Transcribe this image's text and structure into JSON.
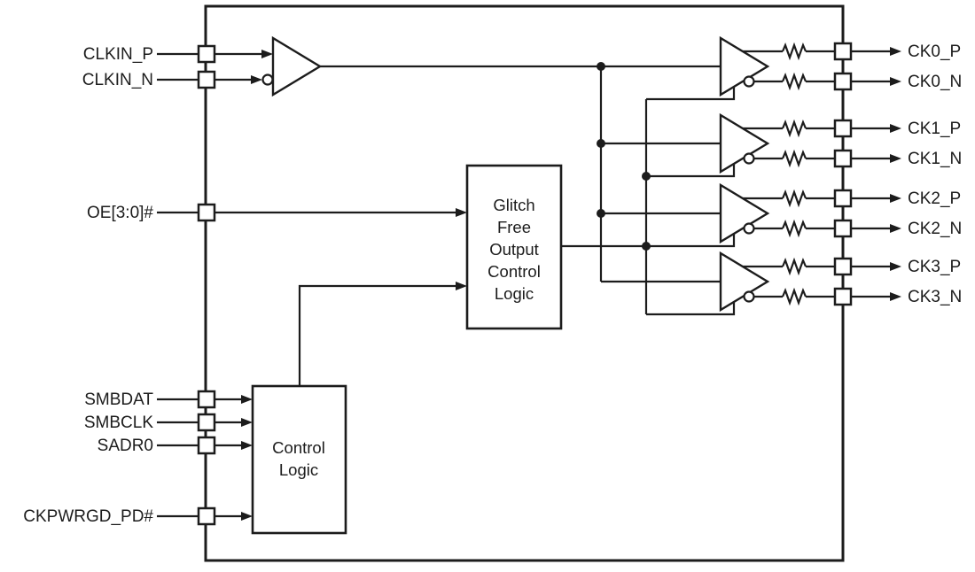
{
  "colors": {
    "background": "#ffffff",
    "line": "#1c1c1c",
    "text": "#1c1c1c"
  },
  "pins": {
    "inputs": [
      {
        "label": "CLKIN_P"
      },
      {
        "label": "CLKIN_N"
      },
      {
        "label": "OE[3:0]#"
      },
      {
        "label": "SMBDAT"
      },
      {
        "label": "SMBCLK"
      },
      {
        "label": "SADR0"
      },
      {
        "label": "CKPWRGD_PD#"
      }
    ],
    "outputs": [
      {
        "label": "CK0_P"
      },
      {
        "label": "CK0_N"
      },
      {
        "label": "CK1_P"
      },
      {
        "label": "CK1_N"
      },
      {
        "label": "CK2_P"
      },
      {
        "label": "CK2_N"
      },
      {
        "label": "CK3_P"
      },
      {
        "label": "CK3_N"
      }
    ]
  },
  "blocks": {
    "glitch_free": {
      "lines": [
        "Glitch",
        "Free",
        "Output",
        "Control",
        "Logic"
      ]
    },
    "control_logic": {
      "lines": [
        "Control",
        "Logic"
      ]
    }
  }
}
